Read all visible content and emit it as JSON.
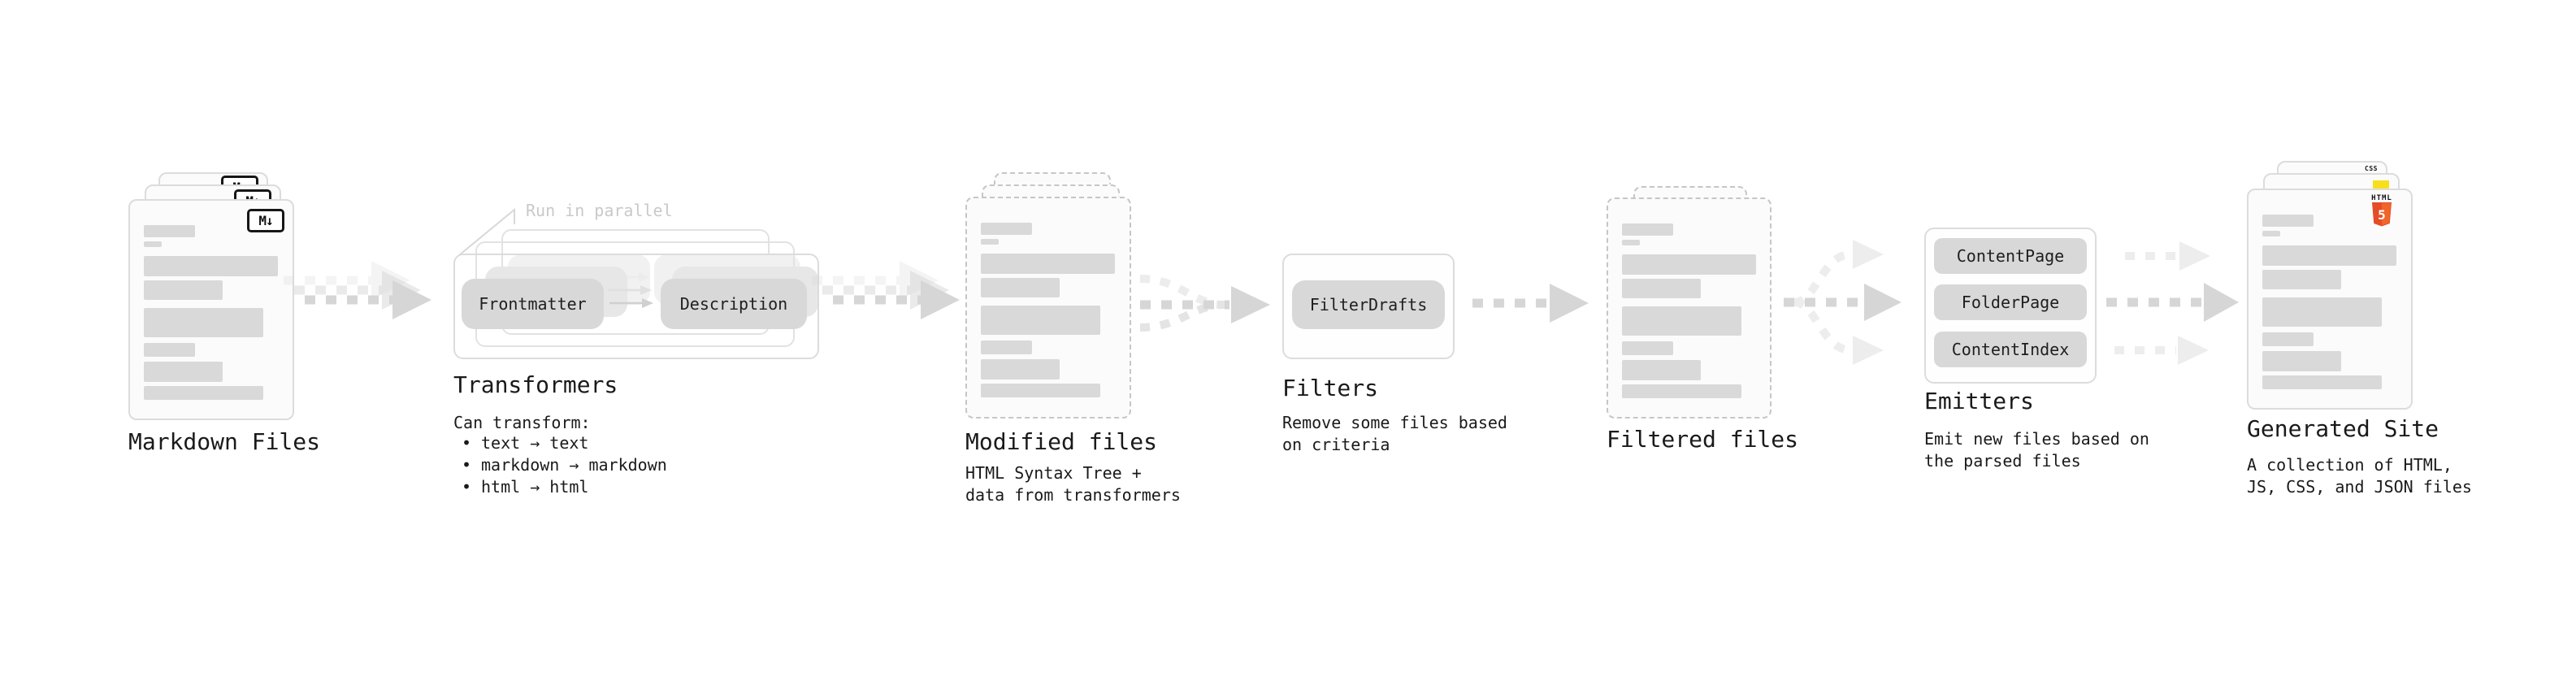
{
  "nodes": {
    "markdown_files": {
      "label": "Markdown Files",
      "badge": "M↓"
    },
    "transformers": {
      "title": "Transformers",
      "annotation": "Run in parallel",
      "pill_1": "Frontmatter",
      "pill_2": "Description",
      "heading": "Can transform:",
      "bullet": "•",
      "bullets": [
        "text → text",
        "markdown → markdown",
        "html → html"
      ]
    },
    "modified_files": {
      "label": "Modified files",
      "description": [
        "HTML Syntax Tree +",
        "data from transformers"
      ]
    },
    "filters": {
      "title": "Filters",
      "pill": "FilterDrafts",
      "description": [
        "Remove some files based",
        "on criteria"
      ]
    },
    "filtered_files": {
      "label": "Filtered files"
    },
    "emitters": {
      "title": "Emitters",
      "pills": [
        "ContentPage",
        "FolderPage",
        "ContentIndex"
      ],
      "description": [
        "Emit new files based on",
        "the parsed files"
      ]
    },
    "generated_site": {
      "label": "Generated Site",
      "badges": {
        "html_word": "HTML",
        "html5_number": "5",
        "css_word": "CSS"
      },
      "description": [
        "A collection of HTML,",
        "JS, CSS, and JSON files"
      ]
    }
  },
  "colors": {
    "html5_orange": "#e44d26",
    "js_yellow": "#f7df1e",
    "css_blue": "#2d6ae0",
    "arrow_gray": "#d6d6d6",
    "arrow_faint": "#ededed"
  }
}
